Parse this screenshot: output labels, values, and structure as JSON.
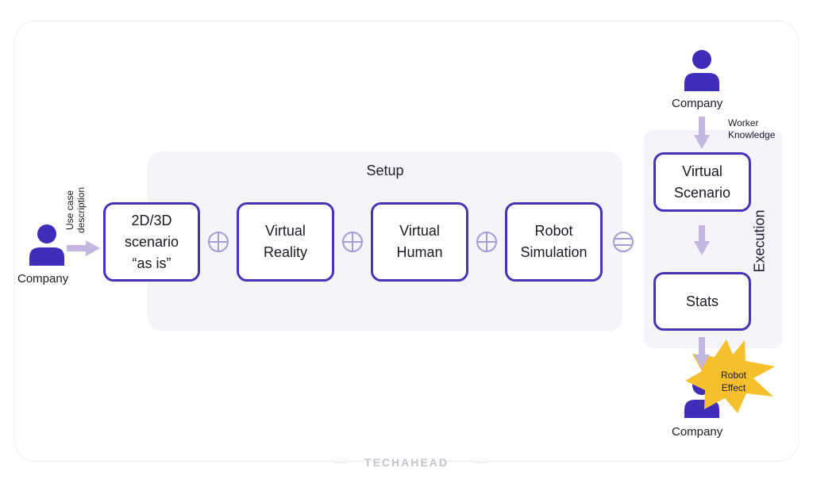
{
  "colors": {
    "accent": "#4733b7",
    "person": "#3d2db8",
    "arrow": "#c3b7e0",
    "panel": "#f4f4fa",
    "burst": "#f5bf2e"
  },
  "setup": {
    "title": "Setup"
  },
  "execution": {
    "title": "Execution"
  },
  "boxes": {
    "scenario_as_is": "2D/3D\nscenario\n“as is”",
    "virtual_reality": "Virtual\nReality",
    "virtual_human": "Virtual\nHuman",
    "robot_simulation": "Robot\nSimulation",
    "virtual_scenario": "Virtual\nScenario",
    "stats": "Stats"
  },
  "actors": {
    "left": "Company",
    "top": "Company",
    "bottom": "Company"
  },
  "edge_labels": {
    "use_case": "Use case\ndescription",
    "worker_knowledge": "Worker\nKnowledge"
  },
  "badge": {
    "text": "Robot\nEffect"
  },
  "operators": {
    "plus": "plus-icon",
    "equals": "equals-icon"
  },
  "footer": {
    "brand": "TECHAHEAD"
  }
}
